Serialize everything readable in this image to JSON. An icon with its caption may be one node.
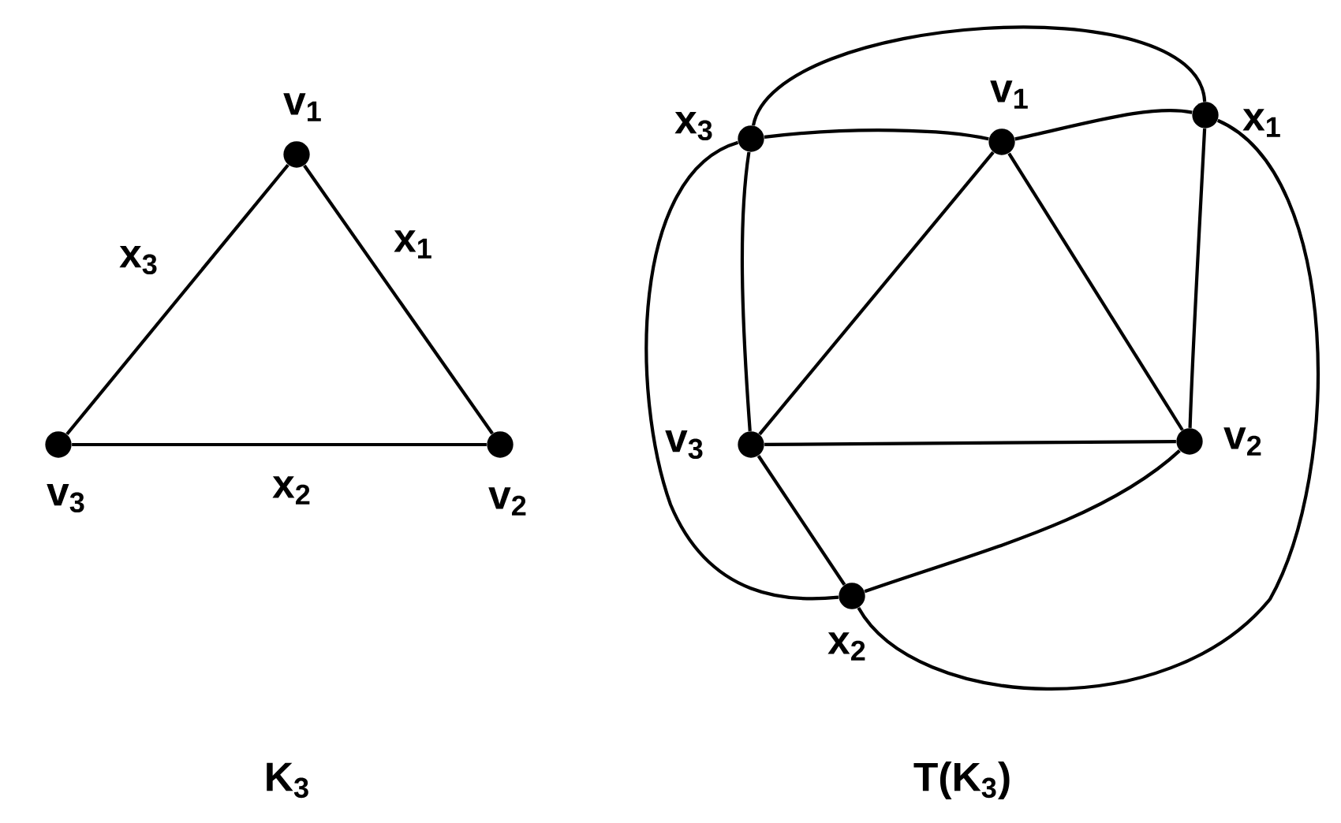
{
  "diagram": {
    "nodes": [
      {
        "text": [],
        "shape": "circle",
        "beside": [
          "v$_{1}$"
        ]
      },
      {
        "text": [],
        "shape": "circle",
        "beside": [
          "v$_{2}$"
        ]
      },
      {
        "text": [],
        "shape": "circle",
        "beside": [
          "v$_{3}$"
        ]
      },
      {
        "text": [],
        "shape": "circle",
        "beside": [
          "v$_{1}$"
        ]
      },
      {
        "text": [],
        "shape": "circle",
        "beside": [
          "v$_{2}$"
        ]
      },
      {
        "text": [],
        "shape": "circle",
        "beside": [
          "v$_{3}$"
        ]
      },
      {
        "text": [],
        "shape": "circle",
        "beside": [
          "x$_{1}$"
        ]
      },
      {
        "text": [],
        "shape": "circle",
        "beside": [
          "x$_{2}$"
        ]
      },
      {
        "text": [],
        "shape": "circle",
        "beside": [
          "x$_{3}$"
        ]
      }
    ],
    "edges": [
      {
        "from": 0,
        "to": 1,
        "arrow": "none",
        "label": "x$_{1}$"
      },
      {
        "from": 1,
        "to": 2,
        "arrow": "none",
        "label": "x$_{2}$"
      },
      {
        "from": 2,
        "to": 0,
        "arrow": "none",
        "label": "x$_{3}$"
      },
      {
        "from": 3,
        "to": 4,
        "arrow": "none"
      },
      {
        "from": 4,
        "to": 5,
        "arrow": "none"
      },
      {
        "from": 5,
        "to": 3,
        "arrow": "none"
      },
      {
        "from": 8,
        "to": 3,
        "arrow": "none"
      },
      {
        "from": 3,
        "to": 6,
        "arrow": "none"
      },
      {
        "from": 6,
        "to": 4,
        "arrow": "none"
      },
      {
        "from": 4,
        "to": 7,
        "arrow": "none"
      },
      {
        "from": 7,
        "to": 5,
        "arrow": "none"
      },
      {
        "from": 5,
        "to": 8,
        "arrow": "none"
      },
      {
        "from": 8,
        "to": 6,
        "arrow": "none"
      },
      {
        "from": 6,
        "to": 7,
        "arrow": "none"
      },
      {
        "from": 8,
        "to": 7,
        "arrow": "none"
      }
    ],
    "labels": [
      "K$_{3}$",
      "T(K$_{3}$)"
    ]
  }
}
